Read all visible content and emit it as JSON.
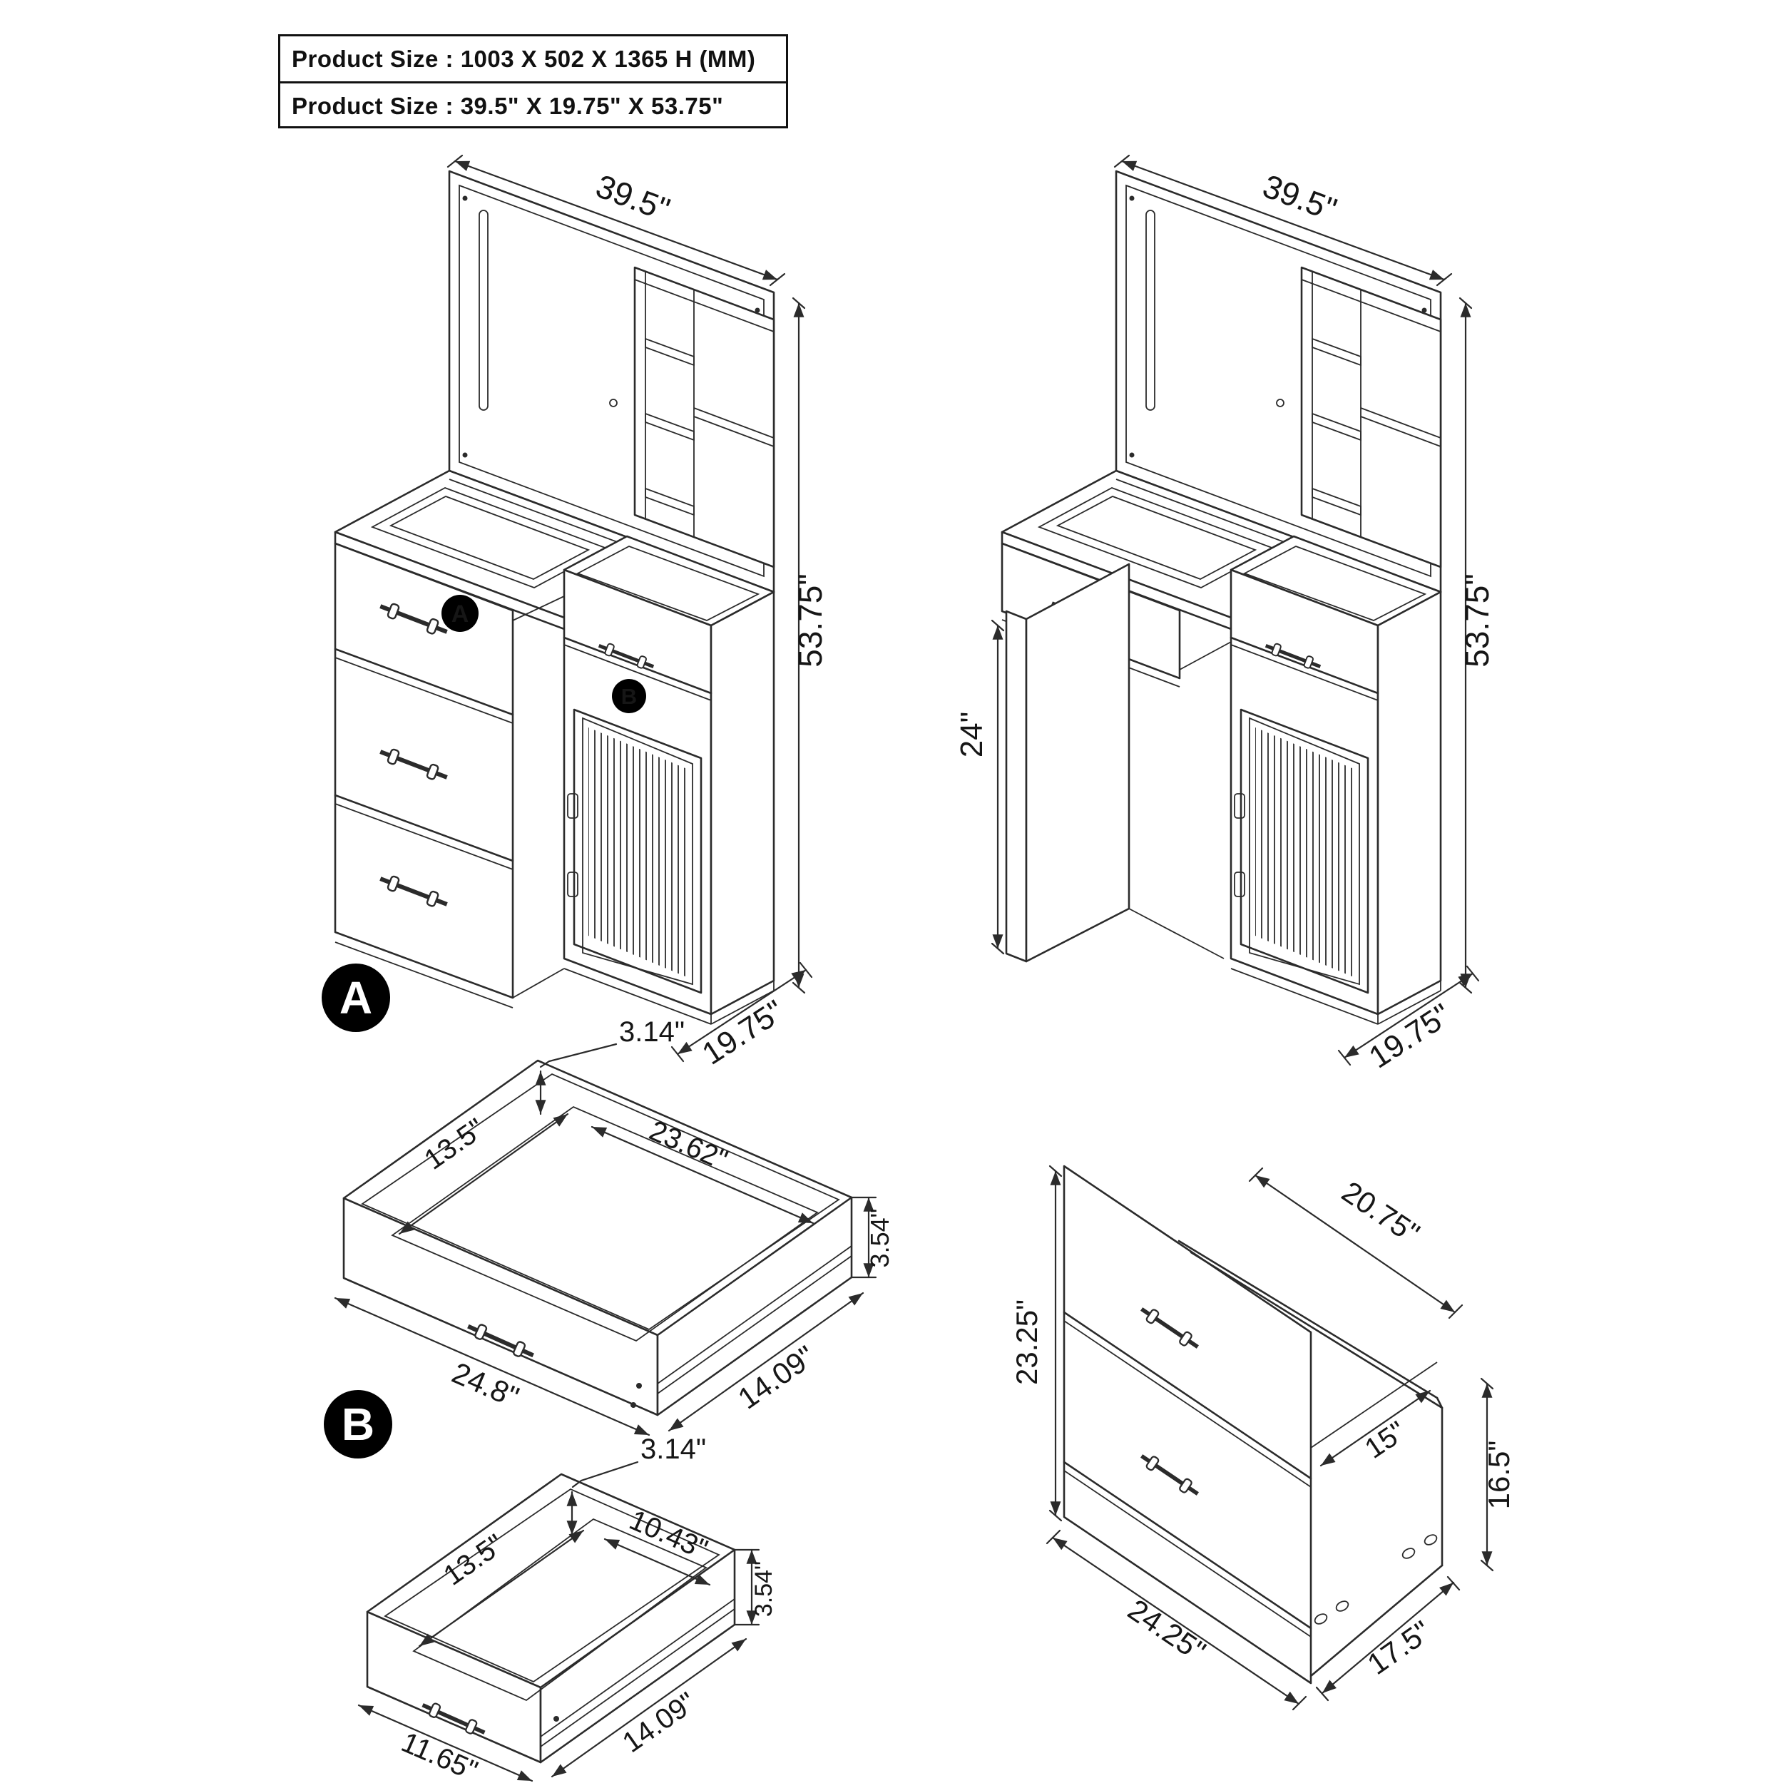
{
  "title_box": {
    "row1": "Product Size : 1003 X 502 X 1365 H (MM)",
    "row2": "Product Size : 39.5\" X 19.75\" X 53.75\""
  },
  "badges": {
    "a": "A",
    "b": "B"
  },
  "colors": {
    "line": "#2b2b2b",
    "text": "#161616",
    "badge_bg": "#000000",
    "badge_fg": "#ffffff",
    "background": "#ffffff"
  },
  "figures": {
    "vanity_left": {
      "dim_width": "39.5\"",
      "dim_height": "53.75\"",
      "dim_depth": "19.75\"",
      "marker_a": "A",
      "marker_b": "B"
    },
    "vanity_right": {
      "dim_width": "39.5\"",
      "dim_height": "53.75\"",
      "dim_depth": "19.75\"",
      "dim_knee": "24\""
    },
    "drawer_a": {
      "dim_wall_height": "3.14\"",
      "dim_inner_depth": "13.5\"",
      "dim_inner_width": "23.62\"",
      "dim_front_height": "3.54\"",
      "dim_outer_width": "24.8\"",
      "dim_outer_depth": "14.09\""
    },
    "drawer_b": {
      "dim_wall_height": "3.14\"",
      "dim_inner_depth": "13.5\"",
      "dim_inner_width": "10.43\"",
      "dim_front_height": "3.54\"",
      "dim_outer_width": "11.65\"",
      "dim_outer_depth": "14.09\""
    },
    "cabinet": {
      "dim_height": "23.25\"",
      "dim_top_depth": "20.75\"",
      "dim_rail": "15\"",
      "dim_side_height": "16.5\"",
      "dim_width": "24.25\"",
      "dim_depth": "17.5\""
    }
  }
}
